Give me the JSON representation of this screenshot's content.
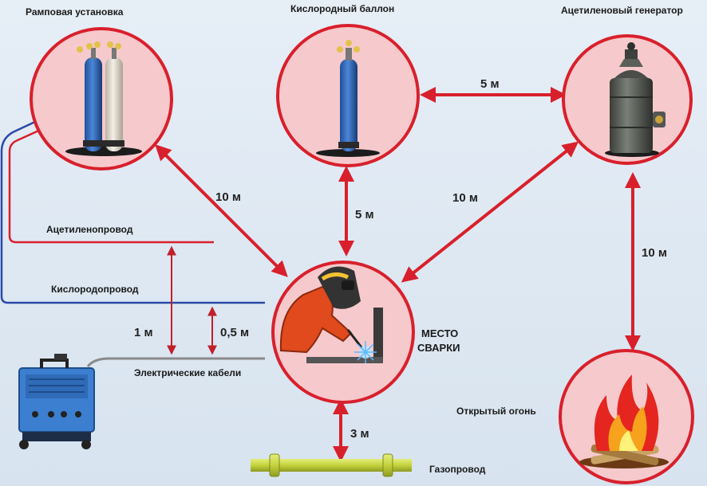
{
  "nodes": {
    "ramp": "Рамповая установка",
    "oxygen_cylinder": "Кислородный баллон",
    "acetylene_generator": "Ацетиленовый генератор",
    "welding_place_line1": "МЕСТО",
    "welding_place_line2": "СВАРКИ",
    "open_fire": "Открытый огонь",
    "gas_pipe": "Газопровод"
  },
  "lines": {
    "acetylene_pipe": "Ацетиленопровод",
    "oxygen_pipe": "Кислородопровод",
    "electric_cables": "Электрические кабели"
  },
  "distances": {
    "ramp_to_weld": "10 м",
    "oxygen_to_generator": "5 м",
    "oxygen_to_weld": "5 м",
    "generator_to_weld": "10 м",
    "generator_to_fire": "10 м",
    "weld_to_gas_pipe": "3 м",
    "acetylene_to_cable": "1 м",
    "oxygen_to_cable": "0,5 м"
  },
  "colors": {
    "arrow": "#d8202c",
    "circle_fill": "#f6c9cc",
    "oxygen_line": "#2b4aa8",
    "acetylene_line": "#d8202c",
    "pipe": "#c9d84a"
  }
}
